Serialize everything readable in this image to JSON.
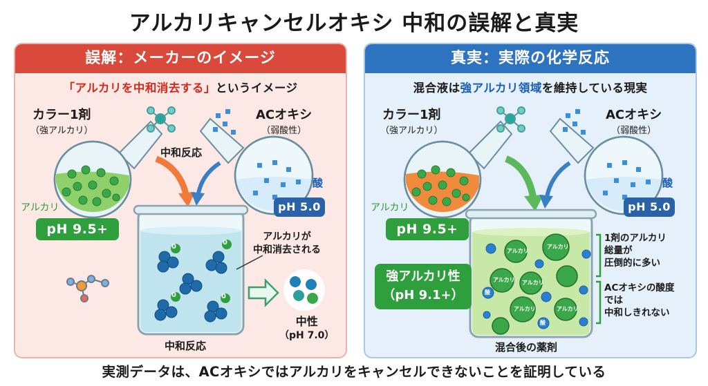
{
  "title": "アルカリキャンセルオキシ 中和の誤解と真実",
  "left": {
    "header": "誤解：メーカーのイメージ",
    "subhead_quote": "「アルカリを中和消去する」",
    "subhead_rest": "というイメージ",
    "color1_name": "カラー1剤",
    "color1_sub": "（強アルカリ）",
    "oxy_name": "ACオキシ",
    "oxy_sub": "（弱酸性）",
    "alkali_label": "アルカリ",
    "acid_label": "酸",
    "ph_alkali": "pH 9.5+",
    "ph_acid": "pH 5.0",
    "reaction_top": "中和反応",
    "callout_line1": "アルカリが",
    "callout_line2": "中和消去される",
    "molecule_label": "0",
    "neutral_name": "中性",
    "neutral_ph": "（pH 7.0）",
    "beaker_caption": "中和反応"
  },
  "right": {
    "header": "真実：実際の化学反応",
    "subhead_a": "混合液は",
    "subhead_b": "強アルカリ領域",
    "subhead_c": "を維持している現実",
    "color1_name": "カラー1剤",
    "color1_sub": "（強アルカリ）",
    "oxy_name": "ACオキシ",
    "oxy_sub": "（弱酸性）",
    "alkali_label": "アルカリ",
    "acid_label": "酸",
    "ph_alkali": "pH 9.5+",
    "ph_acid": "pH 5.0",
    "strong_line1": "強アルカリ性",
    "strong_line2": "（pH 9.1+）",
    "ball_alkali": "アルカリ",
    "ball_acid": "酸",
    "note1_line1": "1剤のアルカリ",
    "note1_line2": "総量が",
    "note1_line3": "圧倒的に多い",
    "note2_line1": "ACオキシの酸度",
    "note2_line2": "では",
    "note2_line3": "中和しきれない",
    "beaker_caption": "混合後の薬剤"
  },
  "bottom": "実測データは、ACオキシではアルカリをキャンセルできないことを証明している",
  "colors": {
    "alkali_green": "#2f9e3c",
    "acid_blue": "#2a62a8",
    "misconception_red": "#d94a3d",
    "truth_blue": "#2e73c0",
    "orange_liquid": "#f08a3c"
  }
}
